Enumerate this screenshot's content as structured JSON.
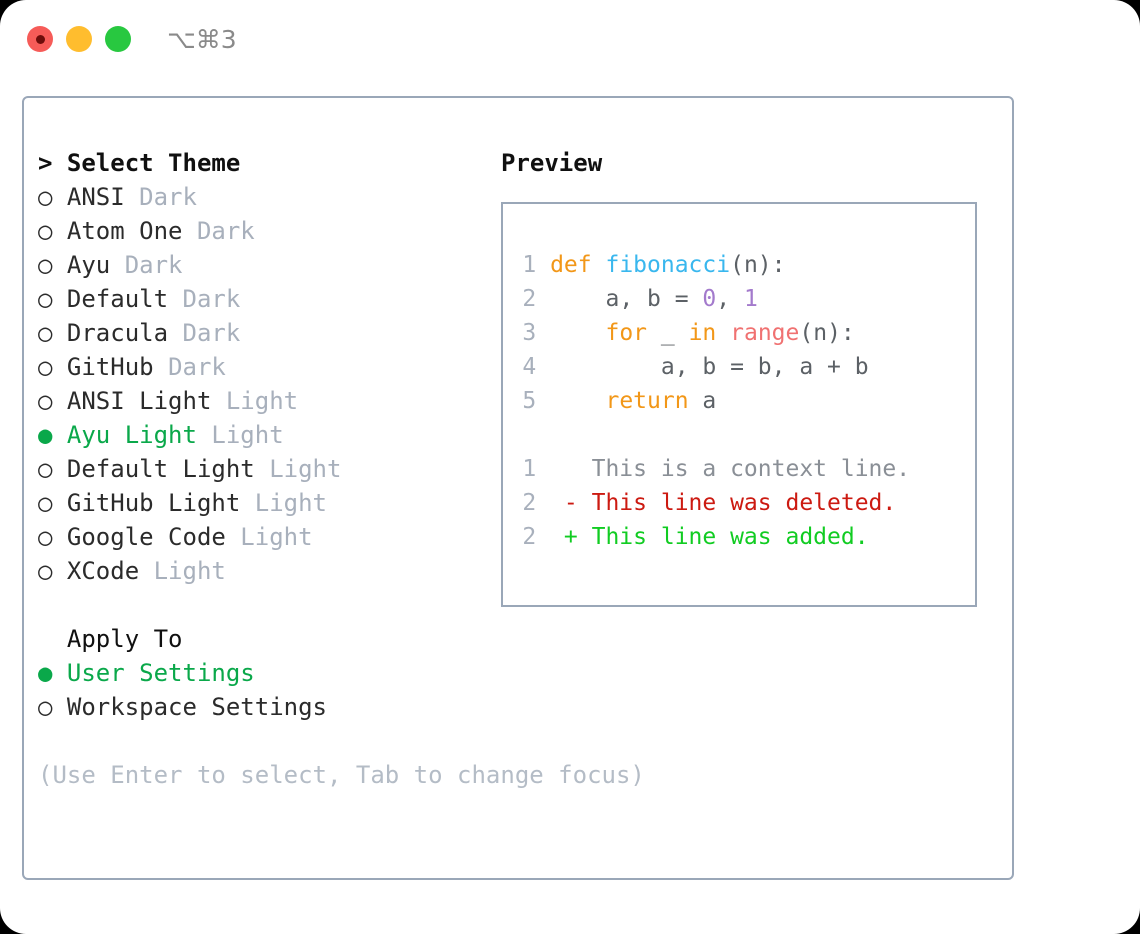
{
  "titlebar": {
    "shortcut": "⌥⌘3",
    "buttons": [
      {
        "name": "close",
        "color": "#f65b58"
      },
      {
        "name": "minimize",
        "color": "#ffbd2e"
      },
      {
        "name": "maximize",
        "color": "#28c840"
      }
    ]
  },
  "theme_section": {
    "heading": "> Select Theme",
    "items": [
      {
        "marker": "○",
        "label": "ANSI",
        "tag": "Dark",
        "selected": false
      },
      {
        "marker": "○",
        "label": "Atom One",
        "tag": "Dark",
        "selected": false
      },
      {
        "marker": "○",
        "label": "Ayu",
        "tag": "Dark",
        "selected": false
      },
      {
        "marker": "○",
        "label": "Default",
        "tag": "Dark",
        "selected": false
      },
      {
        "marker": "○",
        "label": "Dracula",
        "tag": "Dark",
        "selected": false
      },
      {
        "marker": "○",
        "label": "GitHub",
        "tag": "Dark",
        "selected": false
      },
      {
        "marker": "○",
        "label": "ANSI Light",
        "tag": "Light",
        "selected": false
      },
      {
        "marker": "●",
        "label": "Ayu Light",
        "tag": "Light",
        "selected": true
      },
      {
        "marker": "○",
        "label": "Default Light",
        "tag": "Light",
        "selected": false
      },
      {
        "marker": "○",
        "label": "GitHub Light",
        "tag": "Light",
        "selected": false
      },
      {
        "marker": "○",
        "label": "Google Code",
        "tag": "Light",
        "selected": false
      },
      {
        "marker": "○",
        "label": "XCode",
        "tag": "Light",
        "selected": false
      }
    ]
  },
  "apply_section": {
    "heading": "  Apply To",
    "items": [
      {
        "marker": "●",
        "label": "User Settings",
        "selected": true
      },
      {
        "marker": "○",
        "label": "Workspace Settings",
        "selected": false
      }
    ]
  },
  "hint": "(Use Enter to select, Tab to change focus)",
  "preview": {
    "title": "Preview",
    "code_lines": [
      {
        "num": "1",
        "tokens": [
          {
            "t": "def ",
            "c": "kw"
          },
          {
            "t": "fibonacci",
            "c": "fn"
          },
          {
            "t": "(n):",
            "c": "txt"
          }
        ]
      },
      {
        "num": "2",
        "tokens": [
          {
            "t": "    a, b = ",
            "c": "txt"
          },
          {
            "t": "0",
            "c": "num"
          },
          {
            "t": ", ",
            "c": "txt"
          },
          {
            "t": "1",
            "c": "num"
          }
        ]
      },
      {
        "num": "3",
        "tokens": [
          {
            "t": "    ",
            "c": "txt"
          },
          {
            "t": "for",
            "c": "kw"
          },
          {
            "t": " _ ",
            "c": "txt"
          },
          {
            "t": "in",
            "c": "kw"
          },
          {
            "t": " ",
            "c": "txt"
          },
          {
            "t": "range",
            "c": "call"
          },
          {
            "t": "(n):",
            "c": "txt"
          }
        ]
      },
      {
        "num": "4",
        "tokens": [
          {
            "t": "        a, b = b, a + b",
            "c": "txt"
          }
        ]
      },
      {
        "num": "5",
        "tokens": [
          {
            "t": "    ",
            "c": "txt"
          },
          {
            "t": "return",
            "c": "kw"
          },
          {
            "t": " a",
            "c": "txt"
          }
        ]
      }
    ],
    "diff_lines": [
      {
        "num": "1",
        "prefix": "  ",
        "text": "This is a context line.",
        "kind": "ctx"
      },
      {
        "num": "2",
        "prefix": "- ",
        "text": "This line was deleted.",
        "kind": "del"
      },
      {
        "num": "2",
        "prefix": "+ ",
        "text": "This line was added.",
        "kind": "add"
      }
    ]
  },
  "colors": {
    "selected_green": "#0aa84a",
    "muted_gray": "#a8b0bc",
    "border": "#9aa7b8",
    "keyword_orange": "#f29718",
    "function_blue": "#39b7ee",
    "number_purple": "#a37acc",
    "call_salmon": "#f07171",
    "diff_delete_red": "#cc1a11",
    "diff_add_green": "#11cc22"
  }
}
